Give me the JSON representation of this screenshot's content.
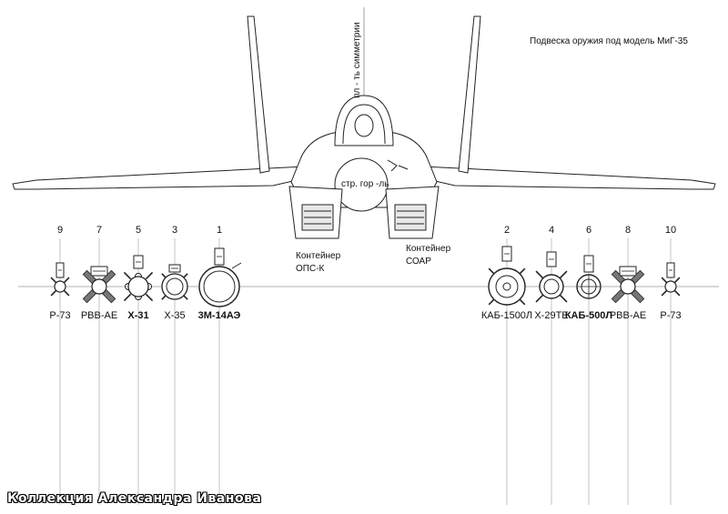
{
  "title": "Подвеска оружия под модель МиГ-35",
  "symmetry_label": "пл - ть симметрии",
  "fuselage_label": "стр. гор -ль",
  "containers": [
    {
      "line1": "Контейнер",
      "line2": "ОПС-К"
    },
    {
      "line1": "Контейнер",
      "line2": "СОАР"
    }
  ],
  "stations": [
    {
      "number": "9",
      "weapon": "Р-73",
      "kind": "r73",
      "bold": false
    },
    {
      "number": "7",
      "weapon": "РВВ-АЕ",
      "kind": "rvv",
      "bold": false
    },
    {
      "number": "5",
      "weapon": "Х-31",
      "kind": "x31",
      "bold": true
    },
    {
      "number": "3",
      "weapon": "Х-35",
      "kind": "x35",
      "bold": false
    },
    {
      "number": "1",
      "weapon": "3М-14АЭ",
      "kind": "big",
      "bold": true
    },
    {
      "number": "2",
      "weapon": "КАБ-1500Л",
      "kind": "kab1500",
      "bold": false
    },
    {
      "number": "4",
      "weapon": "Х-29ТЕ",
      "kind": "x29",
      "bold": false
    },
    {
      "number": "6",
      "weapon": "КАБ-500Л",
      "kind": "kab500",
      "bold": true
    },
    {
      "number": "8",
      "weapon": "РВВ-АЕ",
      "kind": "rvv",
      "bold": false
    },
    {
      "number": "10",
      "weapon": "Р-73",
      "kind": "r73",
      "bold": false
    }
  ],
  "credit": "Коллекция Александра Иванова"
}
